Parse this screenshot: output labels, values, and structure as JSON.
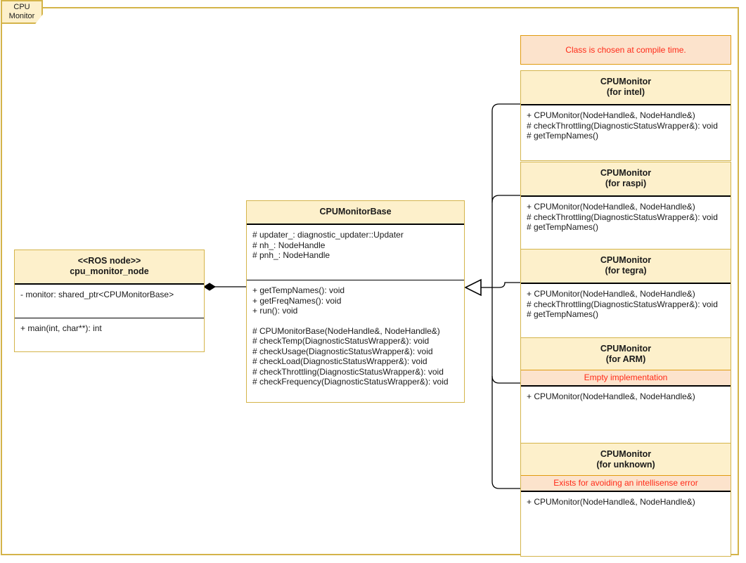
{
  "package": {
    "tab_line1": "CPU",
    "tab_line2": "Monitor"
  },
  "notes": {
    "compile_time": "Class is chosen at compile time."
  },
  "ros_node": {
    "stereotype": "<<ROS node>>",
    "name": "cpu_monitor_node",
    "attributes": [
      "- monitor: shared_ptr<CPUMonitorBase>"
    ],
    "operations": [
      "+ main(int, char**): int"
    ]
  },
  "base_class": {
    "name": "CPUMonitorBase",
    "attributes": [
      "# updater_: diagnostic_updater::Updater",
      "# nh_: NodeHandle",
      "# pnh_: NodeHandle"
    ],
    "operations_public": [
      "+ getTempNames(): void",
      "+ getFreqNames(): void",
      "+ run(): void"
    ],
    "operations_protected": [
      "# CPUMonitorBase(NodeHandle&, NodeHandle&)",
      "# checkTemp(DiagnosticStatusWrapper&): void",
      "# checkUsage(DiagnosticStatusWrapper&): void",
      "# checkLoad(DiagnosticStatusWrapper&): void",
      "# checkThrottling(DiagnosticStatusWrapper&): void",
      "# checkFrequency(DiagnosticStatusWrapper&): void"
    ]
  },
  "subclasses": [
    {
      "name": "CPUMonitor",
      "variant": "(for intel)",
      "band": null,
      "operations": [
        "+ CPUMonitor(NodeHandle&, NodeHandle&)",
        "# checkThrottling(DiagnosticStatusWrapper&): void",
        "# getTempNames()"
      ]
    },
    {
      "name": "CPUMonitor",
      "variant": "(for raspi)",
      "band": null,
      "operations": [
        "+ CPUMonitor(NodeHandle&, NodeHandle&)",
        "# checkThrottling(DiagnosticStatusWrapper&): void",
        "# getTempNames()"
      ]
    },
    {
      "name": "CPUMonitor",
      "variant": "(for tegra)",
      "band": null,
      "operations": [
        "+ CPUMonitor(NodeHandle&, NodeHandle&)",
        "# checkThrottling(DiagnosticStatusWrapper&): void",
        "# getTempNames()"
      ]
    },
    {
      "name": "CPUMonitor",
      "variant": "(for ARM)",
      "band": "Empty implementation",
      "operations": [
        "+ CPUMonitor(NodeHandle&, NodeHandle&)"
      ]
    },
    {
      "name": "CPUMonitor",
      "variant": "(for unknown)",
      "band": "Exists for avoiding an intellisense error",
      "operations": [
        "+ CPUMonitor(NodeHandle&, NodeHandle&)"
      ]
    }
  ],
  "relations": {
    "composition": "composition-diamond",
    "generalization": "generalization-triangle"
  },
  "colors": {
    "header_fill": "#fdf0cb",
    "class_border": "#d4b44a",
    "note_fill": "#fce3cc",
    "note_border": "#e09b10",
    "note_text": "#ff2a18",
    "line": "#000000"
  }
}
